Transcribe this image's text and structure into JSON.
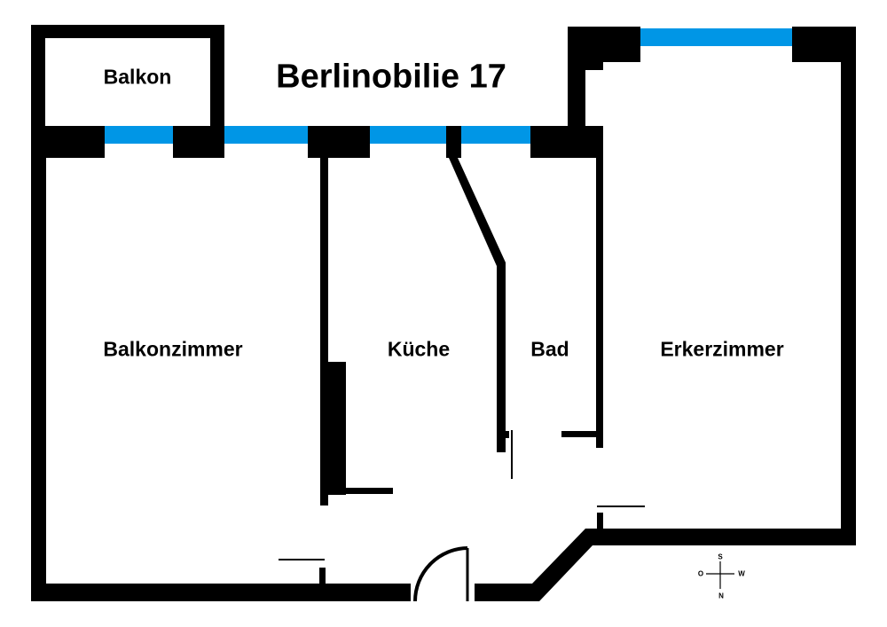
{
  "title": "Berlinobilie 17",
  "rooms": {
    "balkon": "Balkon",
    "balkonzimmer": "Balkonzimmer",
    "kueche": "Küche",
    "bad": "Bad",
    "erkerzimmer": "Erkerzimmer"
  },
  "compass": {
    "top": "S",
    "left": "O",
    "right": "W",
    "bottom": "N"
  },
  "colors": {
    "wall": "#000000",
    "window": "#0096e6"
  }
}
